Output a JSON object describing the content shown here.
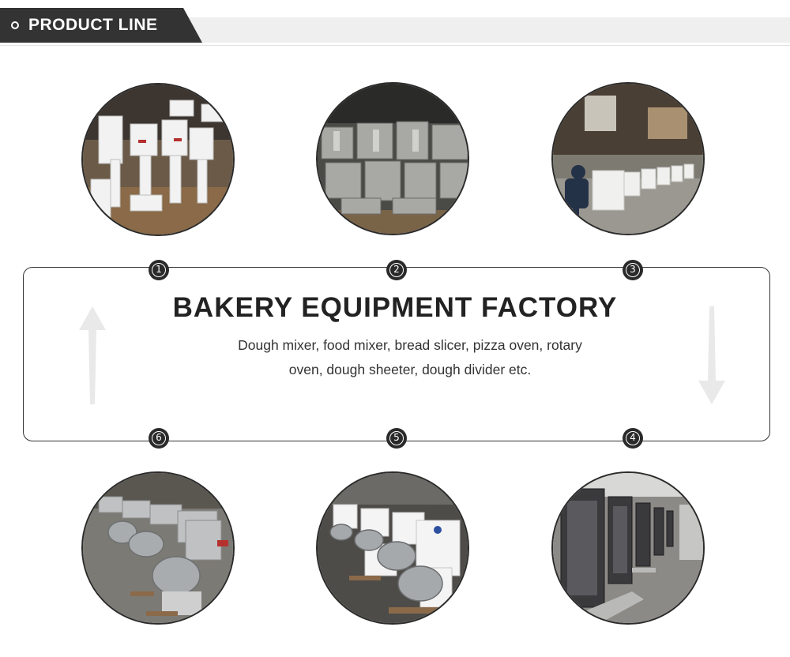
{
  "header": {
    "title": "PRODUCT LINE"
  },
  "main": {
    "title": "BAKERY EQUIPMENT FACTORY",
    "description_line1": "Dough mixer, food mixer, bread slicer, pizza oven, rotary",
    "description_line2": "oven, dough sheeter, dough divider etc."
  },
  "steps": [
    {
      "number": "1",
      "photo_icon": "factory-mixer-stands-photo"
    },
    {
      "number": "2",
      "photo_icon": "cast-parts-photo"
    },
    {
      "number": "3",
      "photo_icon": "worker-assembly-photo"
    },
    {
      "number": "4",
      "photo_icon": "rotary-oven-photo"
    },
    {
      "number": "5",
      "photo_icon": "spiral-mixer-white-photo"
    },
    {
      "number": "6",
      "photo_icon": "spiral-mixer-steel-photo"
    }
  ],
  "colors": {
    "dark": "#333333",
    "strip": "#efefef",
    "arrow": "#e8e8e8"
  }
}
